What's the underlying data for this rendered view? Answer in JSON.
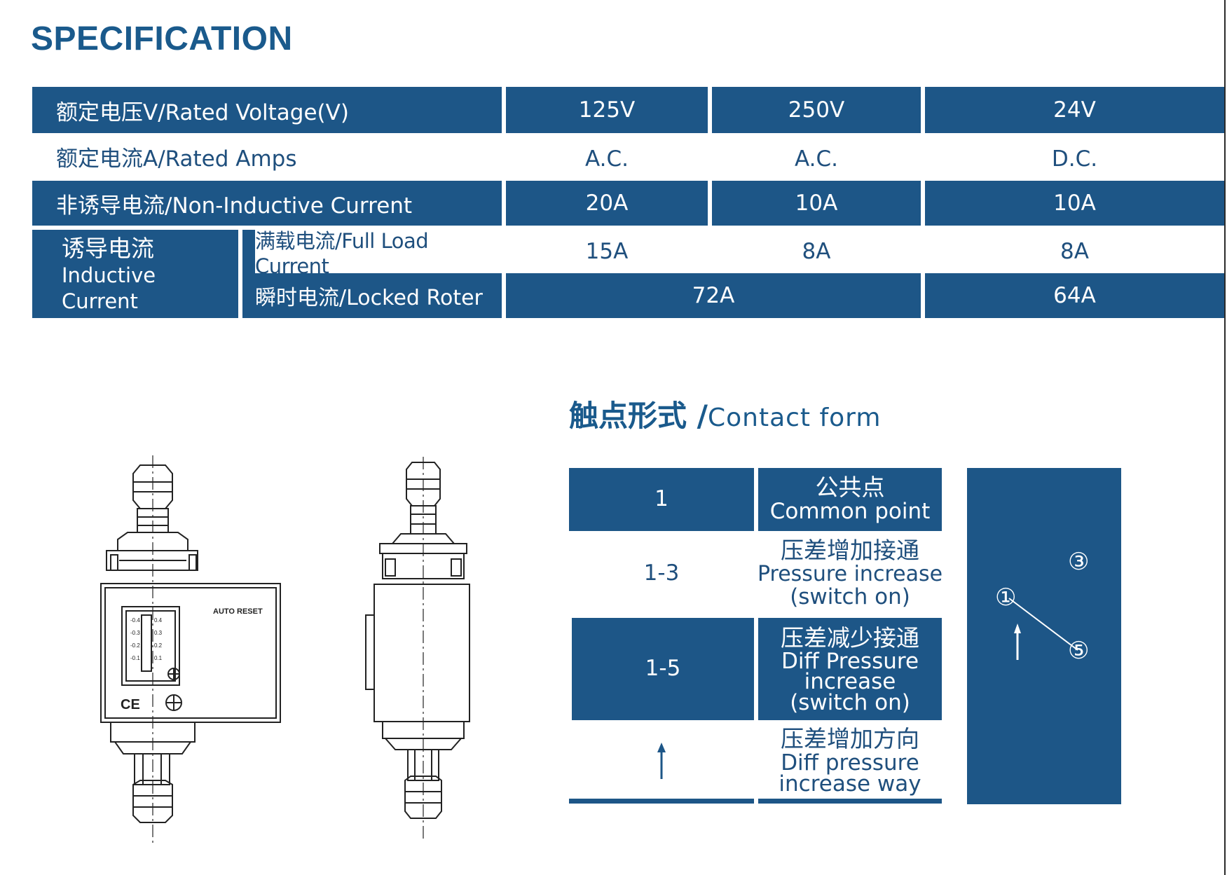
{
  "title": "SPECIFICATION",
  "spec": {
    "rated_voltage": {
      "label": "额定电压V/Rated Voltage(V)",
      "v1": "125V",
      "v2": "250V",
      "v3": "24V"
    },
    "rated_amps": {
      "label": "额定电流A/Rated Amps",
      "v1": "A.C.",
      "v2": "A.C.",
      "v3": "D.C."
    },
    "non_inductive": {
      "label": "非诱导电流/Non-Inductive Current",
      "v1": "20A",
      "v2": "10A",
      "v3": "10A"
    },
    "inductive": {
      "label_cn": "诱导电流",
      "label_en": "Inductive Current",
      "full_load": {
        "label": "满载电流/Full Load Current",
        "v1": "15A",
        "v2": "8A",
        "v3": "8A"
      },
      "locked_rotor": {
        "label": "瞬时电流/Locked Roter",
        "v12": "72A",
        "v3": "64A"
      }
    }
  },
  "drawing": {
    "front_label": "AUTO RESET",
    "ce_mark": "CE"
  },
  "contact": {
    "title_cn": "触点形式 /",
    "title_en": "Contact form",
    "rows": [
      {
        "code": "1",
        "cn": "公共点",
        "en": [
          "Common  point"
        ]
      },
      {
        "code": "1-3",
        "cn": "压差增加接通",
        "en": [
          "Pressure increase",
          "(switch on)"
        ]
      },
      {
        "code": "1-5",
        "cn": "压差减少接通",
        "en": [
          "Diff Pressure",
          "increase",
          "(switch on)"
        ]
      },
      {
        "code": "",
        "cn": "压差增加方向",
        "en": [
          "Diff pressure",
          "increase way"
        ]
      }
    ],
    "diagram": {
      "t1": "①",
      "t3": "③",
      "t5": "⑤"
    }
  },
  "colors": {
    "accent": "#1d5687",
    "text": "#1f4f7d"
  }
}
